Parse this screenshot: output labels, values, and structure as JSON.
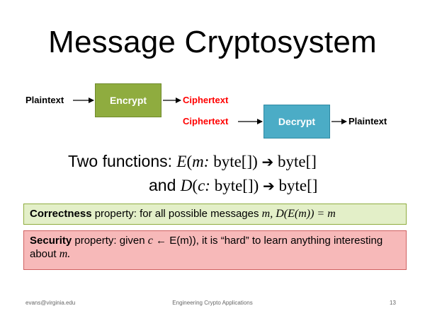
{
  "slide": {
    "title": "Message Cryptosystem",
    "diagram": {
      "encrypt": {
        "input": "Plaintext",
        "box": "Encrypt",
        "output": "Ciphertext"
      },
      "decrypt": {
        "input": "Ciphertext",
        "box": "Decrypt",
        "output": "Plaintext"
      }
    },
    "functions": {
      "line1_prefix": "Two functions: ",
      "line1_fn": "E",
      "line1_var": "m:",
      "line2_prefix": "and ",
      "line2_fn": "D",
      "line2_var": "c:",
      "type_param": " byte[]",
      "type_ret": " byte[]",
      "arrow": "➔"
    },
    "correctness": {
      "term": "Correctness",
      "text": " property: for all possible messages ",
      "var_m": "m",
      "formula": ", D(E(m)) = m"
    },
    "security": {
      "term": "Security",
      "text_a": " property: given ",
      "var_c": "c",
      "arrow": "←",
      "formula": " E(m)), it is “hard” to learn anything interesting about ",
      "var_m": "m."
    },
    "footer": {
      "left": "evans@virginia.edu",
      "center": "Engineering Crypto Applications",
      "right": "13"
    }
  },
  "colors": {
    "encrypt_box": "#8fac3f",
    "decrypt_box": "#4bacc6",
    "ciphertext": "#ff0000",
    "correctness_bg": "#e3efc8",
    "security_bg": "#f7b9b9"
  }
}
